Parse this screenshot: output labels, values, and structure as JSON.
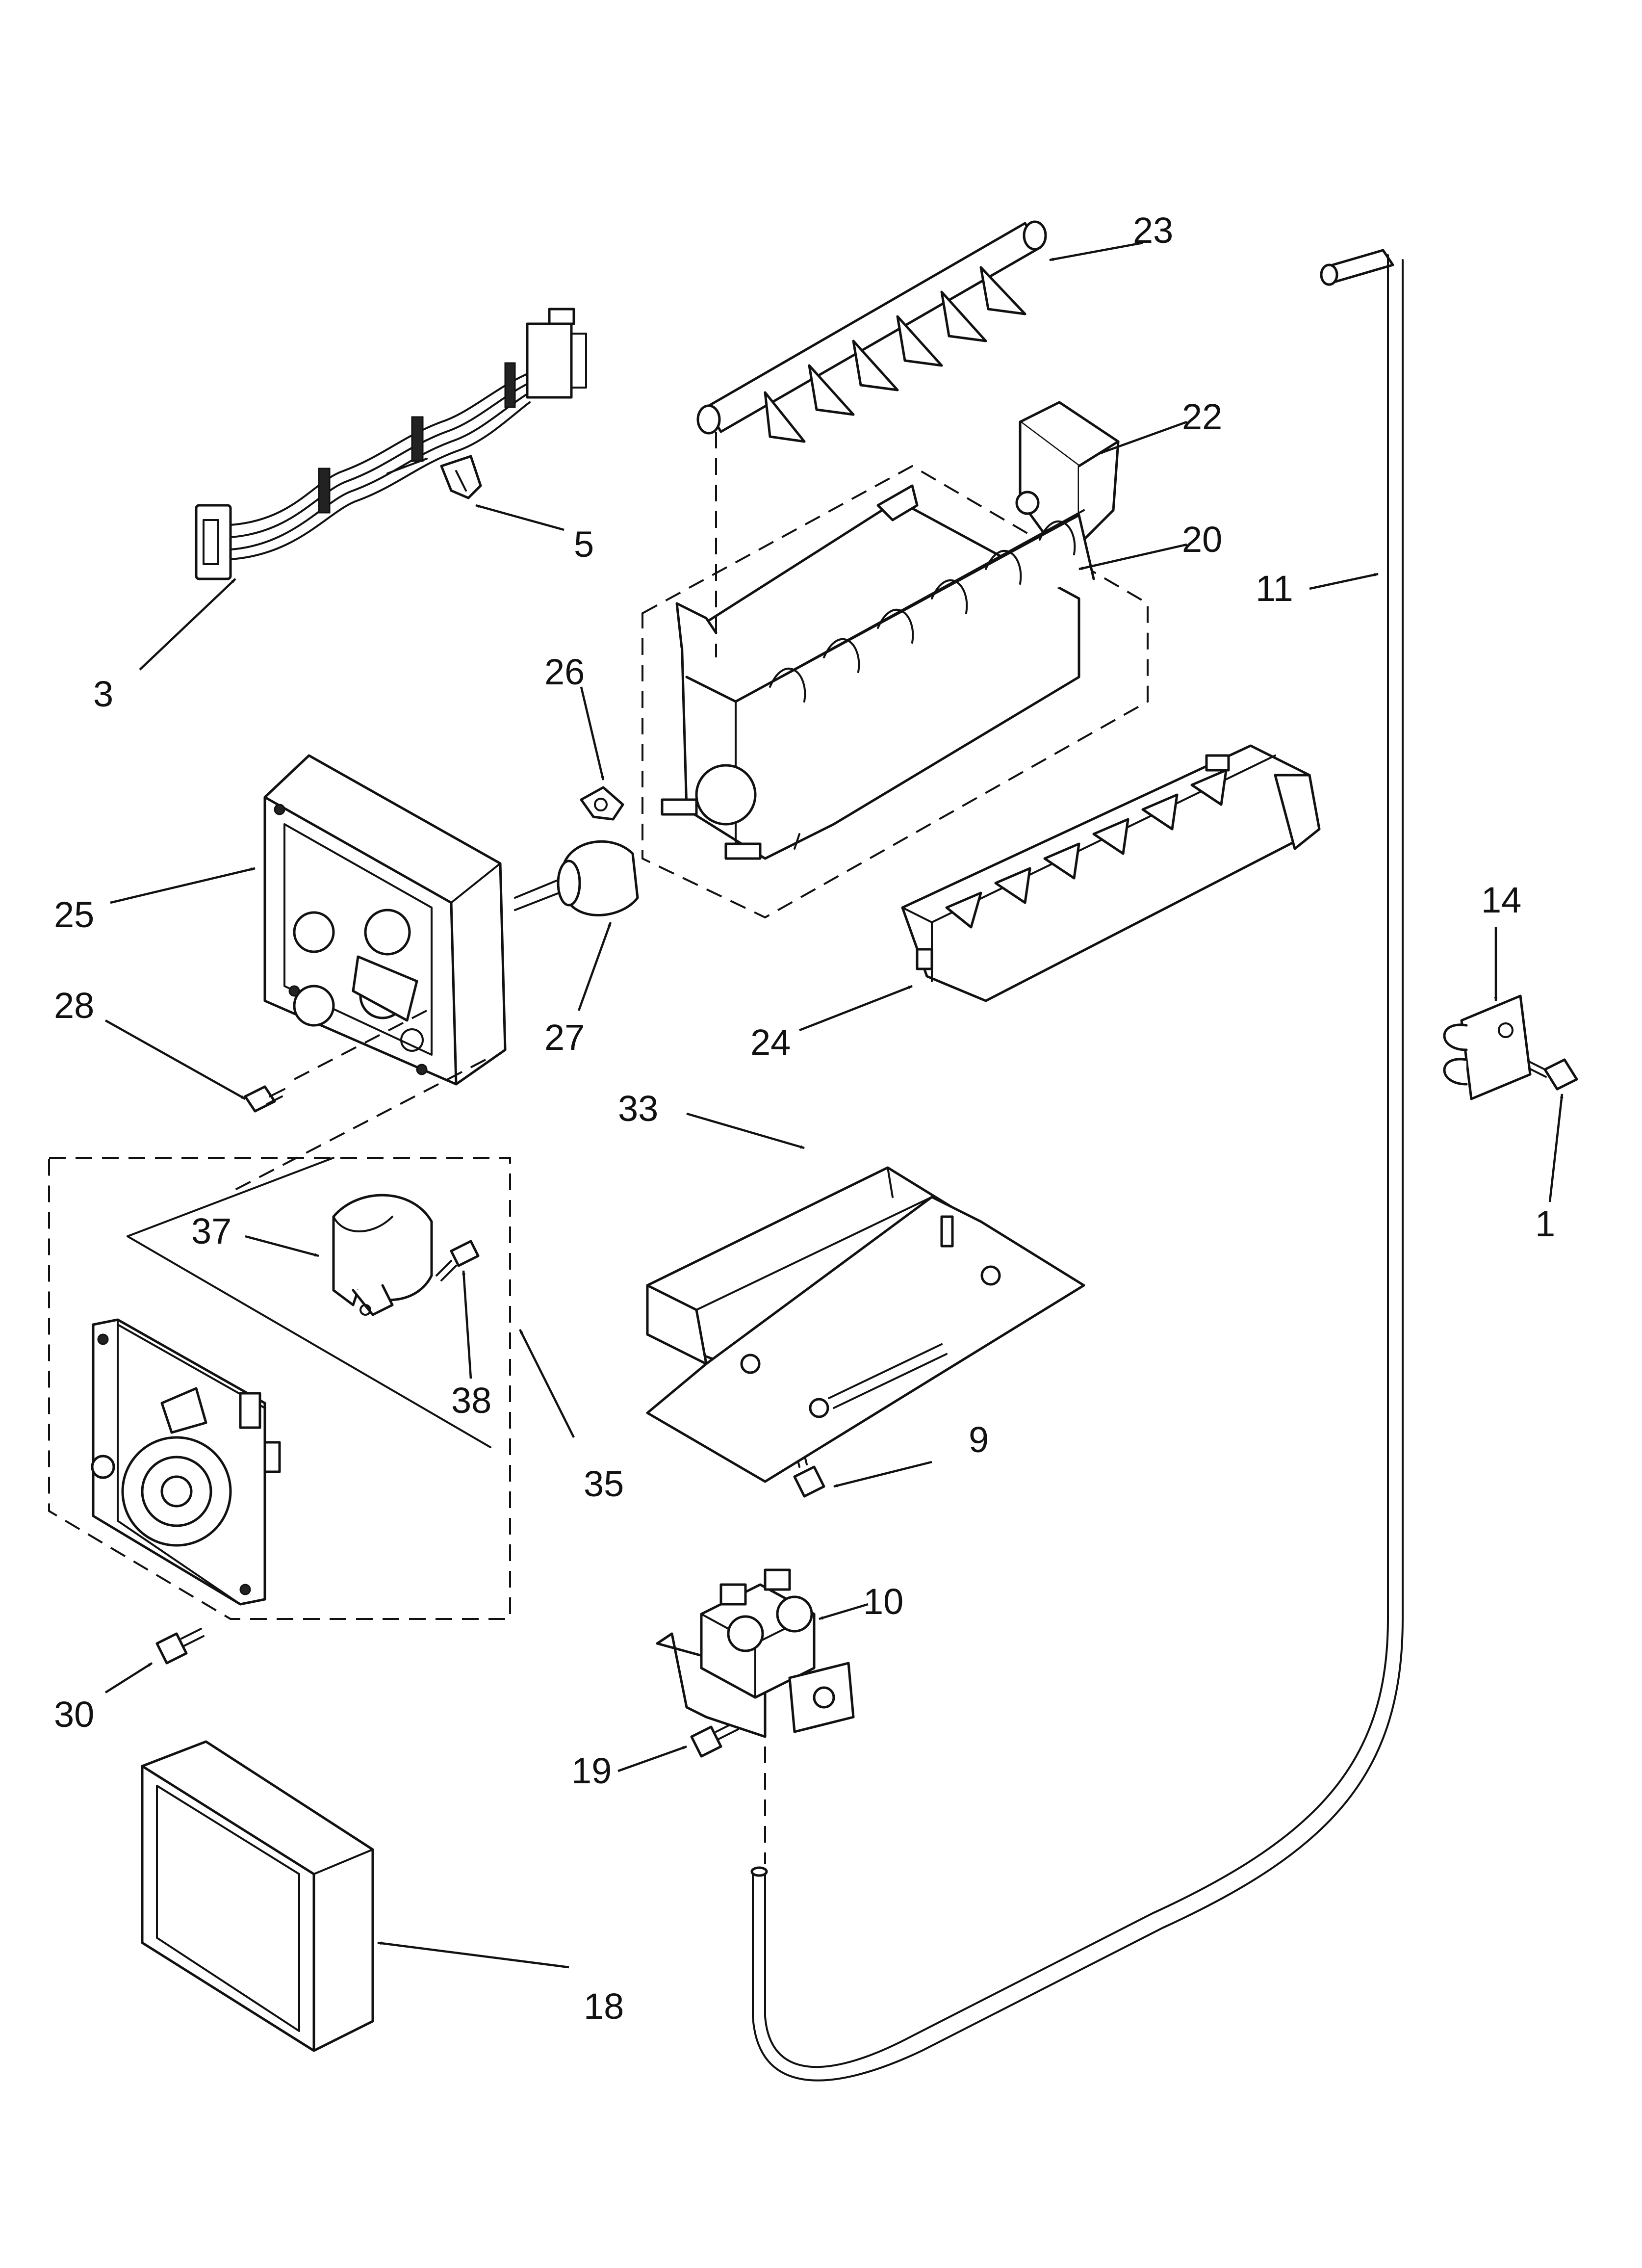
{
  "diagram": {
    "ink_color": "#111111",
    "background": "#ffffff",
    "callouts": {
      "c1": "1",
      "c3": "3",
      "c5": "5",
      "c9": "9",
      "c10": "10",
      "c11": "11",
      "c14": "14",
      "c18": "18",
      "c19": "19",
      "c20": "20",
      "c22": "22",
      "c23": "23",
      "c24": "24",
      "c25": "25",
      "c26": "26",
      "c27": "27",
      "c28": "28",
      "c30": "30",
      "c33": "33",
      "c35": "35",
      "c37": "37",
      "c38": "38"
    }
  }
}
